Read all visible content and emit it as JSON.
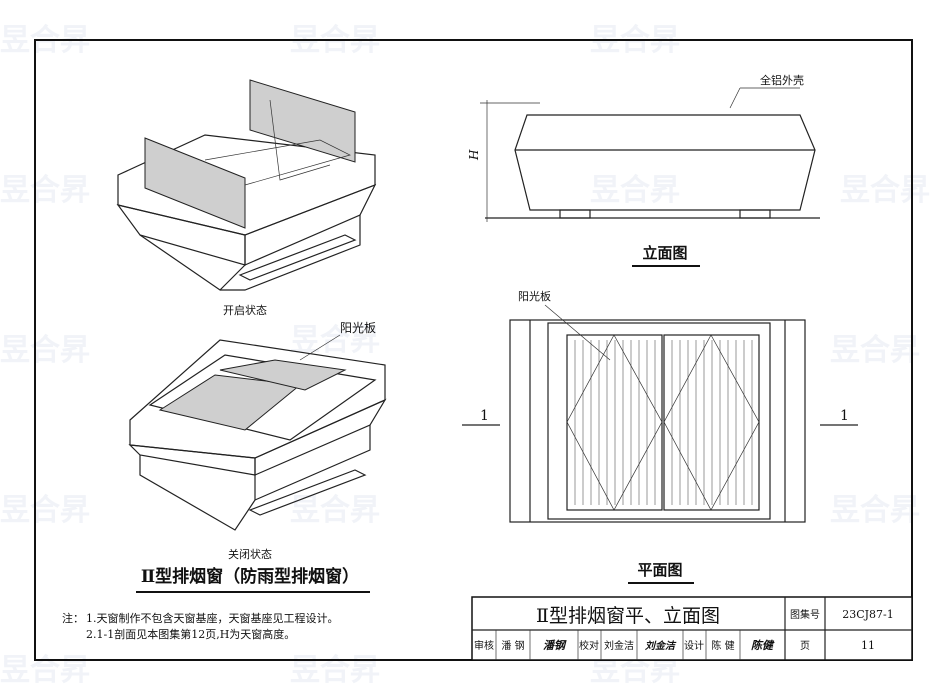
{
  "watermark": "昱合昇",
  "left": {
    "open_caption": "开启状态",
    "closed_caption": "关闭状态",
    "sunboard_label": "阳光板",
    "main_title": "Ⅱ型排烟窗（防雨型排烟窗）"
  },
  "elevation": {
    "shell_label": "全铝外壳",
    "height_label": "H",
    "title": "立面图"
  },
  "plan": {
    "sunboard_label": "阳光板",
    "section_left": "1",
    "section_right": "1",
    "title": "平面图"
  },
  "notes": {
    "prefix": "注：",
    "items": [
      "1.天窗制作不包含天窗基座，天窗基座见工程设计。",
      "2.1-1剖面见本图集第12页,H为天窗高度。"
    ]
  },
  "title_block": {
    "drawing_title": "Ⅱ型排烟窗平、立面图",
    "atlas_label": "图集号",
    "atlas_no": "23CJ87-1",
    "page_label": "页",
    "page_no": "11",
    "review_label": "审核",
    "reviewer": "潘 钢",
    "reviewer_sig": "潘钢",
    "check_label": "校对",
    "checker": "刘金洁",
    "checker_sig": "刘金洁",
    "design_label": "设计",
    "designer": "陈 健",
    "designer_sig": "陈健"
  }
}
